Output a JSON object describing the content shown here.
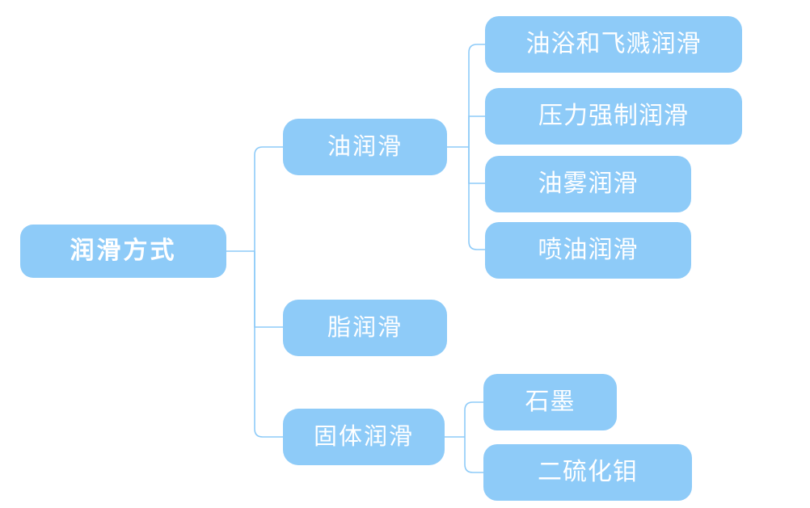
{
  "diagram": {
    "type": "mindmap",
    "title": "润滑方式",
    "palette": {
      "node_fill": "#8ecbf8",
      "node_text": "#ffffff",
      "connector": "#8ecbf8",
      "background": "#ffffff"
    },
    "root": {
      "label": "润滑方式"
    },
    "branches": [
      {
        "label": "油润滑",
        "children": [
          {
            "label": "油浴和飞溅润滑"
          },
          {
            "label": "压力强制润滑"
          },
          {
            "label": "油雾润滑"
          },
          {
            "label": "喷油润滑"
          }
        ]
      },
      {
        "label": "脂润滑",
        "children": []
      },
      {
        "label": "固体润滑",
        "children": [
          {
            "label": "石墨"
          },
          {
            "label": "二硫化钼"
          }
        ]
      }
    ]
  }
}
